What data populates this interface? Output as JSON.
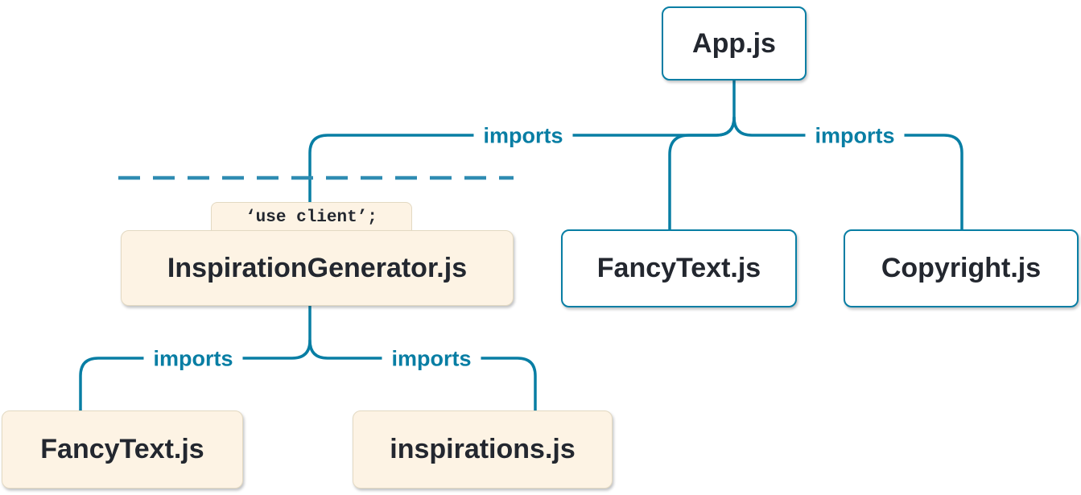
{
  "diagram": {
    "description": "Module dependency tree showing which files import which, with a client boundary marked by a 'use client' directive",
    "nodes": [
      {
        "id": "app",
        "label": "App.js",
        "kind": "server"
      },
      {
        "id": "inspiration_generator",
        "label": "InspirationGenerator.js",
        "kind": "client",
        "directive": "‘use client’;"
      },
      {
        "id": "fancytext_top",
        "label": "FancyText.js",
        "kind": "server"
      },
      {
        "id": "copyright",
        "label": "Copyright.js",
        "kind": "server"
      },
      {
        "id": "fancytext_bottom",
        "label": "FancyText.js",
        "kind": "client"
      },
      {
        "id": "inspirations",
        "label": "inspirations.js",
        "kind": "client"
      }
    ],
    "edges": [
      {
        "from": "App.js",
        "to": "InspirationGenerator.js",
        "label": "imports"
      },
      {
        "from": "App.js",
        "to": "FancyText.js",
        "label": ""
      },
      {
        "from": "App.js",
        "to": "Copyright.js",
        "label": "imports"
      },
      {
        "from": "InspirationGenerator.js",
        "to": "FancyText.js",
        "label": "imports"
      },
      {
        "from": "InspirationGenerator.js",
        "to": "inspirations.js",
        "label": "imports"
      }
    ],
    "boundary": {
      "type": "dashed-line",
      "meaning": "client boundary"
    },
    "colors": {
      "line": "#087EA4",
      "edge_label": "#087EA4",
      "server_box_bg": "#FFFFFF",
      "server_box_border": "#087EA4",
      "client_box_bg": "#FDF3E4",
      "text": "#23272F"
    }
  }
}
